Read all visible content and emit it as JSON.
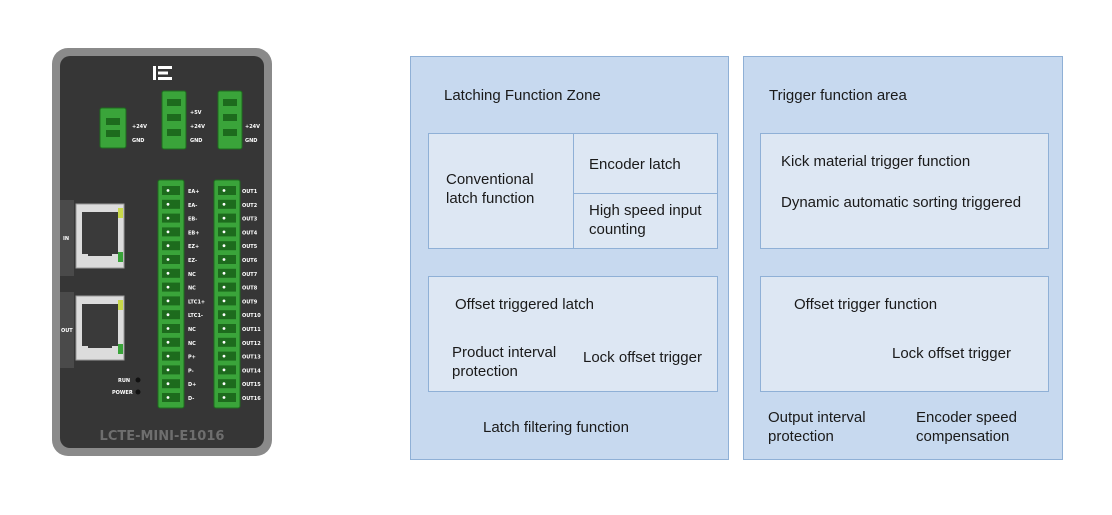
{
  "device": {
    "model": "LCTE-MINI-E1016",
    "port_in": "IN",
    "port_out": "OUT",
    "led_run": "RUN",
    "led_power": "POWER",
    "power1": [
      "+24V",
      "GND"
    ],
    "power2": [
      "+5V",
      "+24V",
      "GND"
    ],
    "power3": [
      "+24V",
      "GND"
    ],
    "inputs": [
      "EA+",
      "EA-",
      "EB-",
      "EB+",
      "EZ+",
      "EZ-",
      "NC",
      "NC",
      "LTC1+",
      "LTC1-",
      "NC",
      "NC",
      "P+",
      "P-",
      "D+",
      "D-"
    ],
    "outputs": [
      "OUT1",
      "OUT2",
      "OUT3",
      "OUT4",
      "OUT5",
      "OUT6",
      "OUT7",
      "OUT8",
      "OUT9",
      "OUT10",
      "OUT11",
      "OUT12",
      "OUT13",
      "OUT14",
      "OUT15",
      "OUT16"
    ]
  },
  "latch": {
    "title": "Latching Function Zone",
    "conventional": "Conventional latch function",
    "encoder_latch": "Encoder latch",
    "high_speed": "High speed input counting",
    "offset_latch": "Offset triggered latch",
    "product_interval": "Product interval protection",
    "lock_offset": "Lock offset trigger",
    "filtering": "Latch filtering function"
  },
  "trigger": {
    "title": "Trigger function area",
    "kick": "Kick material trigger function",
    "dynamic": "Dynamic automatic sorting triggered",
    "offset_trigger": "Offset trigger function",
    "lock_offset": "Lock offset trigger",
    "output_interval": "Output interval protection",
    "encoder_speed": "Encoder speed compensation"
  }
}
